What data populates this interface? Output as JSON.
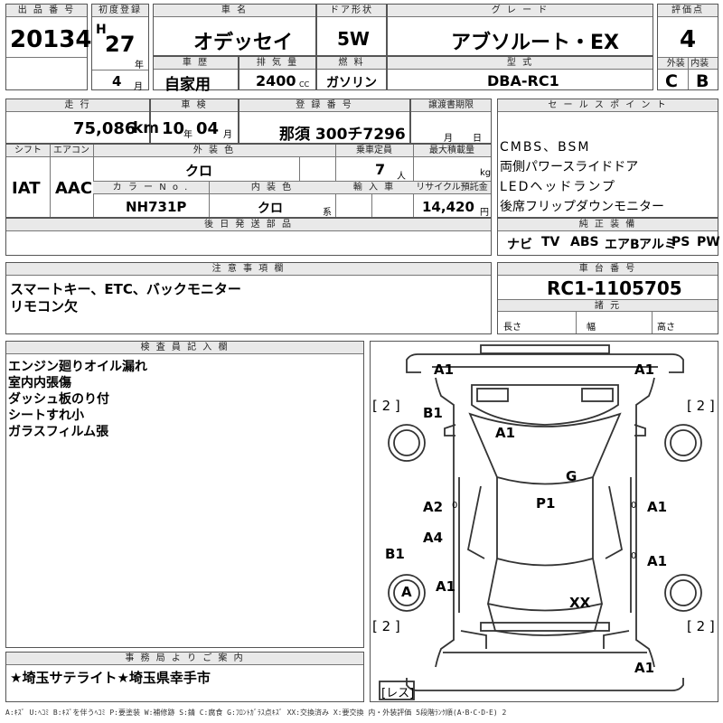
{
  "labels": {
    "lot_no": "出 品 番 号",
    "first_reg": "初度登録",
    "car_name": "車 名",
    "door": "ドア形状",
    "grade": "グ レ ー ド",
    "score": "評価点",
    "history": "車 歴",
    "displacement": "排 気 量",
    "fuel": "燃 料",
    "model": "型 式",
    "exterior": "外装",
    "interior": "内装",
    "mileage": "走 行",
    "inspection": "車 検",
    "reg_no": "登 録 番 号",
    "transfer_doc": "譲渡書期限",
    "sales_points": "セ ー ル ス ポ イ ン ト",
    "shift": "シフト",
    "ac": "エアコン",
    "ext_color": "外 装 色",
    "capacity": "乗車定員",
    "max_load": "最大積載量",
    "color_no": "カ ラ ー N o .",
    "int_color": "内 装 色",
    "import": "輸 入 車",
    "recycle": "リサイクル預託金",
    "later_parts": "後 日 発 送 部 品",
    "factory_equip": "純 正 装 備",
    "notes": "注 意 事 項 欄",
    "chassis": "車 台 番 号",
    "specs": "諸 元",
    "length": "長さ",
    "width": "幅",
    "height": "高さ",
    "inspector": "検 査 員 記 入 欄",
    "office": "事 務 局 よ り ご 案 内"
  },
  "units": {
    "year": "年",
    "month": "月",
    "cc": "CC",
    "km": "km",
    "insp_year": "年",
    "insp_month": "月",
    "doc_month": "月",
    "doc_day": "日",
    "person": "人",
    "kg": "kg",
    "yen": "円",
    "kei": "系"
  },
  "lot_no": "20134",
  "era": "H",
  "first_reg_year": "27",
  "first_reg_month": "4",
  "car_name": "オデッセイ",
  "door": "5W",
  "grade": "アブソルート・EX",
  "score": "4",
  "history": "自家用",
  "displacement": "2400",
  "fuel": "ガソリン",
  "model": "DBA-RC1",
  "exterior_grade": "C",
  "interior_grade": "B",
  "mileage": "75,086",
  "inspection_year": "10",
  "inspection_month": "04",
  "reg_no": "那須 300チ7296",
  "shift": "IAT",
  "ac": "AAC",
  "ext_color": "クロ",
  "capacity": "7",
  "color_no": "NH731P",
  "int_color": "クロ",
  "recycle": "14,420",
  "sales_points": [
    "CMBS、BSM",
    "両側パワースライドドア",
    "LEDヘッドランプ",
    "後席フリップダウンモニター"
  ],
  "factory_equip": [
    "ナビ",
    "TV",
    "ABS",
    "エアB",
    "アルミ",
    "PS",
    "PW"
  ],
  "notes": [
    "スマートキー、ETC、バックモニター",
    "リモコン欠"
  ],
  "chassis": "RC1-1105705",
  "inspector_notes": [
    "エンジン廻りオイル漏れ",
    "室内内張傷",
    "ダッシュ板のり付",
    "シートすれ小",
    "ガラスフィルム張"
  ],
  "office_msg": "★埼玉サテライト★埼玉県幸手市",
  "legend": "A:ｷｽﾞ U:ﾍｺﾐ B:ｷｽﾞを伴うﾍｺﾐ P:要塗装 W:補修跡 S:錆 C:腐食 G:ﾌﾛﾝﾄｶﾞﾗｽ点ｷｽﾞ XX:交換済み X:要交換 内・外装評価 5段階ﾗﾝｸ順(A･B･C･D･E) 2",
  "diagram": {
    "front_left": "A1",
    "front_right": "A1",
    "b1_top": "B1",
    "hood": "A1",
    "g": "G",
    "a2": "A2",
    "a2_o": "0",
    "p1": "P1",
    "right_mid": "A1",
    "right_mid_o": "0",
    "a4": "A4",
    "b1_left": "B1",
    "right_low": "A1",
    "right_low_o": "0",
    "wheel_a": "A",
    "a1_low": "A1",
    "xx": "XX",
    "rear": "A1",
    "tire_fl": "[ 2 ]",
    "tire_fr": "[ 2 ]",
    "tire_rl": "[ 2 ]",
    "tire_rr": "[ 2 ]",
    "spare": "[レス]"
  }
}
